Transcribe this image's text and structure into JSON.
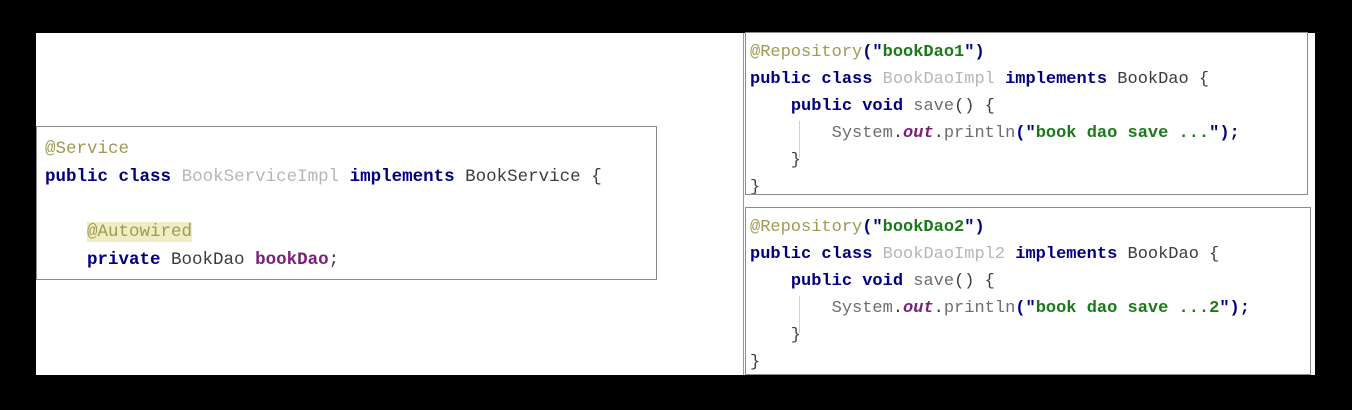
{
  "theme": {
    "background": "#000000",
    "page": "#ffffff",
    "box_border": "#8b8b8b",
    "keyword": "#000080",
    "annotation": "#9b9b52",
    "annotation_highlight_bg": "#f2ecc4",
    "declared_class": "#b6b6b6",
    "identifier": "#6d6d6d",
    "field": "#7a1f7a",
    "string": "#1a7a1a",
    "punctuation": "#000080",
    "plain": "#3c3c3c",
    "indent_guide": "#d0d0d0"
  },
  "panels": {
    "service": {
      "title": "BookServiceImpl",
      "lines": [
        {
          "tokens": [
            {
              "t": "@Service",
              "c": "ann"
            }
          ]
        },
        {
          "tokens": [
            {
              "t": "public",
              "c": "kw"
            },
            {
              "t": " ",
              "c": "plain"
            },
            {
              "t": "class",
              "c": "kw"
            },
            {
              "t": " ",
              "c": "plain"
            },
            {
              "t": "BookServiceImpl",
              "c": "decl"
            },
            {
              "t": " ",
              "c": "plain"
            },
            {
              "t": "implements",
              "c": "kw"
            },
            {
              "t": " ",
              "c": "plain"
            },
            {
              "t": "BookService",
              "c": "type"
            },
            {
              "t": " {",
              "c": "plain"
            }
          ]
        },
        {
          "tokens": []
        },
        {
          "tokens": [
            {
              "t": "    ",
              "c": "plain"
            },
            {
              "t": "@Autowired",
              "c": "ann-hl"
            }
          ]
        },
        {
          "tokens": [
            {
              "t": "    ",
              "c": "plain"
            },
            {
              "t": "private",
              "c": "kw"
            },
            {
              "t": " ",
              "c": "plain"
            },
            {
              "t": "BookDao",
              "c": "type"
            },
            {
              "t": " ",
              "c": "plain"
            },
            {
              "t": "bookDao",
              "c": "field"
            },
            {
              "t": ";",
              "c": "plain"
            }
          ]
        }
      ]
    },
    "dao1": {
      "title": "BookDaoImpl",
      "lines": [
        {
          "tokens": [
            {
              "t": "@Repository",
              "c": "ann"
            },
            {
              "t": "(",
              "c": "punc"
            },
            {
              "t": "\"",
              "c": "punc"
            },
            {
              "t": "bookDao1",
              "c": "str"
            },
            {
              "t": "\"",
              "c": "punc"
            },
            {
              "t": ")",
              "c": "punc"
            }
          ]
        },
        {
          "tokens": [
            {
              "t": "public",
              "c": "kw"
            },
            {
              "t": " ",
              "c": "plain"
            },
            {
              "t": "class",
              "c": "kw"
            },
            {
              "t": " ",
              "c": "plain"
            },
            {
              "t": "BookDaoImpl",
              "c": "decl"
            },
            {
              "t": " ",
              "c": "plain"
            },
            {
              "t": "implements",
              "c": "kw"
            },
            {
              "t": " ",
              "c": "plain"
            },
            {
              "t": "BookDao",
              "c": "type"
            },
            {
              "t": " {",
              "c": "plain"
            }
          ]
        },
        {
          "tokens": [
            {
              "t": "    ",
              "c": "plain"
            },
            {
              "t": "public",
              "c": "kw"
            },
            {
              "t": " ",
              "c": "plain"
            },
            {
              "t": "void",
              "c": "kw"
            },
            {
              "t": " ",
              "c": "plain"
            },
            {
              "t": "save",
              "c": "ident"
            },
            {
              "t": "() {",
              "c": "plain"
            }
          ]
        },
        {
          "tokens": [
            {
              "t": "        ",
              "c": "plain"
            },
            {
              "t": "System",
              "c": "ident"
            },
            {
              "t": ".",
              "c": "plain"
            },
            {
              "t": "out",
              "c": "statfld"
            },
            {
              "t": ".",
              "c": "plain"
            },
            {
              "t": "println",
              "c": "ident"
            },
            {
              "t": "(",
              "c": "punc"
            },
            {
              "t": "\"",
              "c": "punc"
            },
            {
              "t": "book dao save ...",
              "c": "str"
            },
            {
              "t": "\"",
              "c": "punc"
            },
            {
              "t": ");",
              "c": "punc"
            }
          ]
        },
        {
          "tokens": [
            {
              "t": "    }",
              "c": "plain"
            }
          ]
        },
        {
          "tokens": [
            {
              "t": "}",
              "c": "plain"
            }
          ]
        }
      ]
    },
    "dao2": {
      "title": "BookDaoImpl2",
      "lines": [
        {
          "tokens": [
            {
              "t": "@Repository",
              "c": "ann"
            },
            {
              "t": "(",
              "c": "punc"
            },
            {
              "t": "\"",
              "c": "punc"
            },
            {
              "t": "bookDao2",
              "c": "str"
            },
            {
              "t": "\"",
              "c": "punc"
            },
            {
              "t": ")",
              "c": "punc"
            }
          ]
        },
        {
          "tokens": [
            {
              "t": "public",
              "c": "kw"
            },
            {
              "t": " ",
              "c": "plain"
            },
            {
              "t": "class",
              "c": "kw"
            },
            {
              "t": " ",
              "c": "plain"
            },
            {
              "t": "BookDaoImpl2",
              "c": "decl"
            },
            {
              "t": " ",
              "c": "plain"
            },
            {
              "t": "implements",
              "c": "kw"
            },
            {
              "t": " ",
              "c": "plain"
            },
            {
              "t": "BookDao",
              "c": "type"
            },
            {
              "t": " {",
              "c": "plain"
            }
          ]
        },
        {
          "tokens": [
            {
              "t": "    ",
              "c": "plain"
            },
            {
              "t": "public",
              "c": "kw"
            },
            {
              "t": " ",
              "c": "plain"
            },
            {
              "t": "void",
              "c": "kw"
            },
            {
              "t": " ",
              "c": "plain"
            },
            {
              "t": "save",
              "c": "ident"
            },
            {
              "t": "() {",
              "c": "plain"
            }
          ]
        },
        {
          "tokens": [
            {
              "t": "        ",
              "c": "plain"
            },
            {
              "t": "System",
              "c": "ident"
            },
            {
              "t": ".",
              "c": "plain"
            },
            {
              "t": "out",
              "c": "statfld"
            },
            {
              "t": ".",
              "c": "plain"
            },
            {
              "t": "println",
              "c": "ident"
            },
            {
              "t": "(",
              "c": "punc"
            },
            {
              "t": "\"",
              "c": "punc"
            },
            {
              "t": "book dao save ...2",
              "c": "str"
            },
            {
              "t": "\"",
              "c": "punc"
            },
            {
              "t": ");",
              "c": "punc"
            }
          ]
        },
        {
          "tokens": [
            {
              "t": "    }",
              "c": "plain"
            }
          ]
        },
        {
          "tokens": [
            {
              "t": "}",
              "c": "plain"
            }
          ]
        }
      ]
    }
  }
}
